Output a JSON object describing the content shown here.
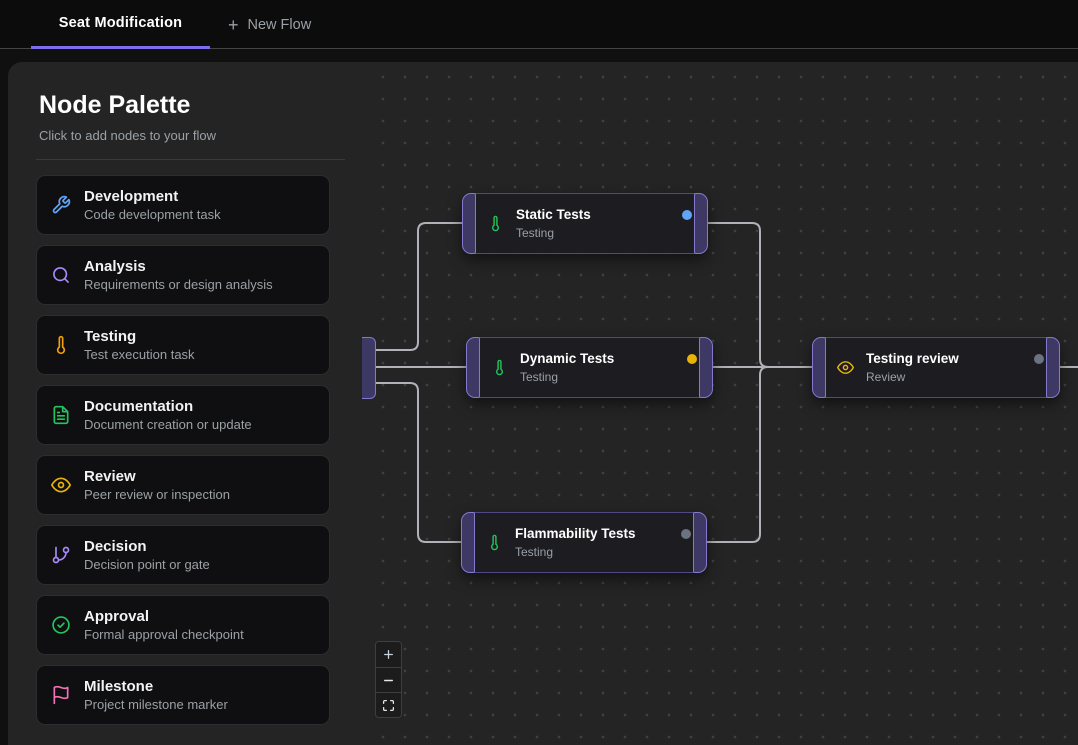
{
  "topbar": {
    "tabs": [
      {
        "label": "Seat Modification",
        "active": true
      },
      {
        "label": "New Flow",
        "active": false
      }
    ],
    "new_tab_plus": "+",
    "accent_color": "#7b6ee8"
  },
  "palette": {
    "title": "Node Palette",
    "subtitle": "Click to add nodes to your flow",
    "items": [
      {
        "label": "Development",
        "description": "Code development task",
        "icon": "wrench-icon",
        "color": "#60a5fa"
      },
      {
        "label": "Analysis",
        "description": "Requirements or design analysis",
        "icon": "search-icon",
        "color": "#a78bfa"
      },
      {
        "label": "Testing",
        "description": "Test execution task",
        "icon": "thermometer-icon",
        "color": "#f59e0b"
      },
      {
        "label": "Documentation",
        "description": "Document creation or update",
        "icon": "file-text-icon",
        "color": "#22c55e"
      },
      {
        "label": "Review",
        "description": "Peer review or inspection",
        "icon": "eye-icon",
        "color": "#eab308"
      },
      {
        "label": "Decision",
        "description": "Decision point or gate",
        "icon": "git-branch-icon",
        "color": "#a78bfa"
      },
      {
        "label": "Approval",
        "description": "Formal approval checkpoint",
        "icon": "check-circle-icon",
        "color": "#22c55e"
      },
      {
        "label": "Milestone",
        "description": "Project milestone marker",
        "icon": "flag-icon",
        "color": "#f472b6"
      }
    ]
  },
  "flow": {
    "nodes": [
      {
        "title": "Static Tests",
        "subtitle": "Testing",
        "icon": "thermometer-icon",
        "icon_color": "#22c55e",
        "status_color": "#60a5fa"
      },
      {
        "title": "Dynamic Tests",
        "subtitle": "Testing",
        "icon": "thermometer-icon",
        "icon_color": "#22c55e",
        "status_color": "#eab308"
      },
      {
        "title": "Flammability Tests",
        "subtitle": "Testing",
        "icon": "thermometer-icon",
        "icon_color": "#22c55e",
        "status_color": "#6b7280"
      },
      {
        "title": "Testing review",
        "subtitle": "Review",
        "icon": "eye-icon",
        "icon_color": "#eab308",
        "status_color": "#6b7280"
      }
    ],
    "edges": [
      {
        "from": "offscreen-left",
        "to": "Static Tests"
      },
      {
        "from": "offscreen-left",
        "to": "Dynamic Tests"
      },
      {
        "from": "offscreen-left",
        "to": "Flammability Tests"
      },
      {
        "from": "Static Tests",
        "to": "Testing review"
      },
      {
        "from": "Dynamic Tests",
        "to": "Testing review"
      },
      {
        "from": "Flammability Tests",
        "to": "Testing review"
      },
      {
        "from": "Testing review",
        "to": "offscreen-right"
      }
    ],
    "edge_color": "#b1b1b7",
    "handle_color": "#3e3864",
    "controls": [
      "zoom-in-icon",
      "zoom-out-icon",
      "fit-view-icon"
    ]
  }
}
